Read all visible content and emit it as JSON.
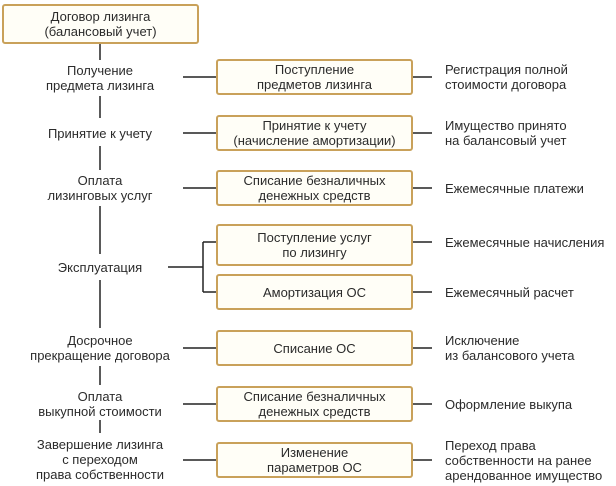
{
  "root": "Договор лизинга\n(балансовый учет)",
  "stages": [
    {
      "stage": "Получение\nпредмета лизинга",
      "actions": [
        {
          "action": "Поступление\nпредметов лизинга",
          "note": "Регистрация полной\nстоимости договора"
        }
      ]
    },
    {
      "stage": "Принятие к учету",
      "actions": [
        {
          "action": "Принятие к учету\n(начисление амортизации)",
          "note": "Имущество принято\nна балансовый учет"
        }
      ]
    },
    {
      "stage": "Оплата\nлизинговых услуг",
      "actions": [
        {
          "action": "Списание безналичных\nденежных средств",
          "note": "Ежемесячные платежи"
        }
      ]
    },
    {
      "stage": "Эксплуатация",
      "actions": [
        {
          "action": "Поступление услуг\nпо лизингу",
          "note": "Ежемесячные начисления"
        },
        {
          "action": "Амортизация ОС",
          "note": "Ежемесячный расчет"
        }
      ]
    },
    {
      "stage": "Досрочное\nпрекращение договора",
      "actions": [
        {
          "action": "Списание ОС",
          "note": "Исключение\nиз балансового учета"
        }
      ]
    },
    {
      "stage": "Оплата\nвыкупной стоимости",
      "actions": [
        {
          "action": "Списание безналичных\nденежных средств",
          "note": "Оформление выкупа"
        }
      ]
    },
    {
      "stage": "Завершение лизинга\nс переходом\nправа собственности",
      "actions": [
        {
          "action": "Изменение\nпараметров ОС",
          "note": "Переход права\nсобственности на ранее\nарендованное имущество"
        }
      ]
    }
  ],
  "colors": {
    "box_border": "#c9a15a",
    "box_fill": "#fffef7",
    "line": "#222222",
    "text": "#2b2b2b"
  }
}
